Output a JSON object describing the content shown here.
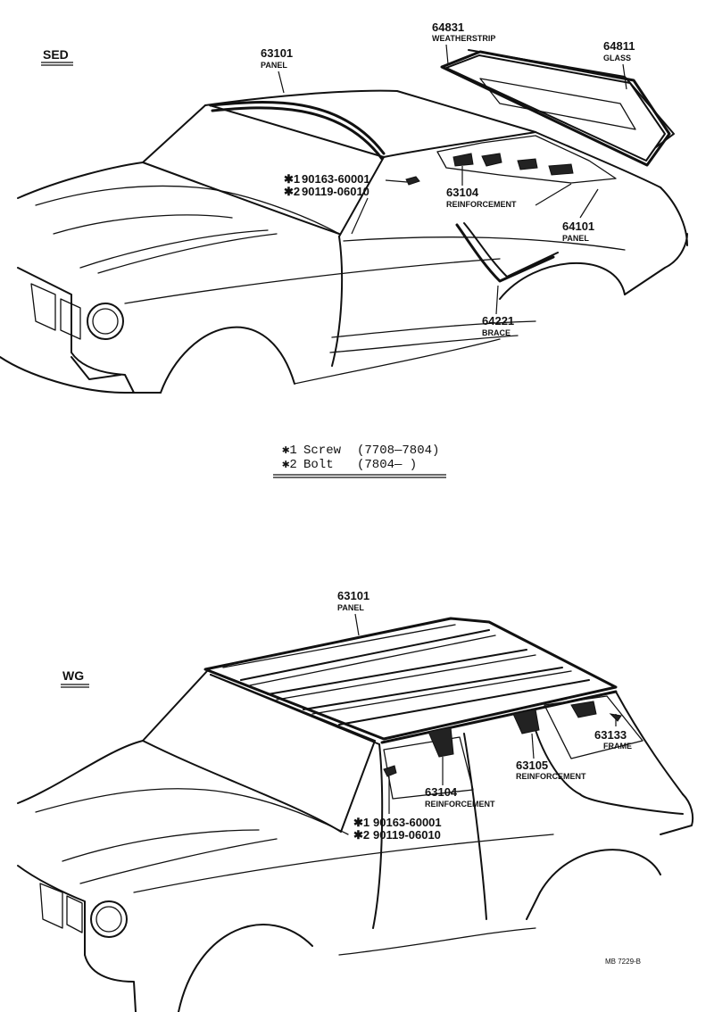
{
  "sedan": {
    "section_label": "SED",
    "parts": {
      "roof_panel": {
        "number": "63101",
        "name": "PANEL"
      },
      "weatherstrip": {
        "number": "64831",
        "name": "WEATHERSTRIP"
      },
      "glass": {
        "number": "64811",
        "name": "GLASS"
      },
      "reinforcement": {
        "number": "63104",
        "name": "REINFORCEMENT"
      },
      "back_panel": {
        "number": "64101",
        "name": "PANEL"
      },
      "brace": {
        "number": "64221",
        "name": "BRACE"
      }
    },
    "fasteners": [
      {
        "mark": "✱1",
        "number": "90163-60001"
      },
      {
        "mark": "✱2",
        "number": "90119-06010"
      }
    ]
  },
  "legend": [
    {
      "mark": "✱1",
      "name": "Screw",
      "range": "(7708—7804)"
    },
    {
      "mark": "✱2",
      "name": "Bolt",
      "range": "(7804—        )"
    }
  ],
  "wagon": {
    "section_label": "WG",
    "parts": {
      "roof_panel": {
        "number": "63101",
        "name": "PANEL"
      },
      "frame": {
        "number": "63133",
        "name": "FRAME"
      },
      "reinforcement_rear": {
        "number": "63105",
        "name": "REINFORCEMENT"
      },
      "reinforcement_front": {
        "number": "63104",
        "name": "REINFORCEMENT"
      }
    },
    "fasteners": [
      {
        "mark": "✱1",
        "number": "90163-60001"
      },
      {
        "mark": "✱2",
        "number": "90119-06010"
      }
    ]
  },
  "footer": {
    "code": "MB  7229-B"
  }
}
